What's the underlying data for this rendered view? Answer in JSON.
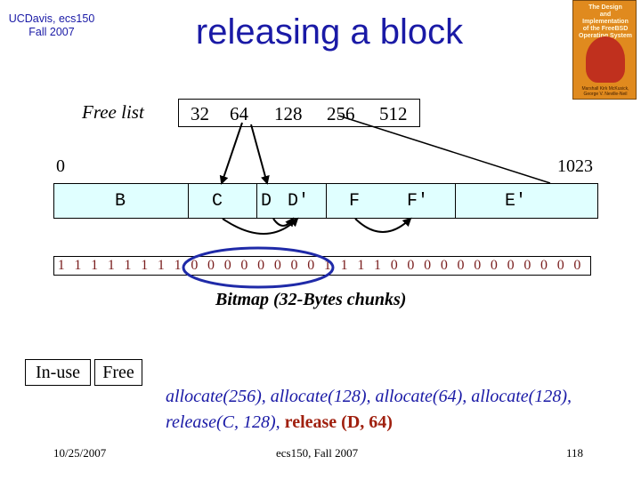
{
  "header": {
    "course_line1": "UCDavis, ecs150",
    "course_line2": "Fall 2007",
    "title": "releasing a block"
  },
  "book_cover": {
    "title_lines": [
      "The Design",
      "and",
      "Implementation",
      "of the FreeBSD",
      "Operating System"
    ],
    "authors": "Marshall Kirk McKusick, George V. Neville-Neil"
  },
  "free_list": {
    "label": "Free list",
    "sizes": [
      "32",
      "64",
      "128",
      "256",
      "512"
    ]
  },
  "memory": {
    "start_label": "0",
    "end_label": "1023",
    "block_labels": [
      "B",
      "C",
      "D",
      "D′",
      "F",
      "F′",
      "E′"
    ]
  },
  "bitmap": {
    "bits": [
      "1",
      "1",
      "1",
      "1",
      "1",
      "1",
      "1",
      "1",
      "0",
      "0",
      "0",
      "0",
      "0",
      "0",
      "0",
      "0",
      "1",
      "1",
      "1",
      "1",
      "0",
      "0",
      "0",
      "0",
      "0",
      "0",
      "0",
      "0",
      "0",
      "0",
      "0",
      "0"
    ],
    "label": "Bitmap (32-Bytes chunks)"
  },
  "legend": {
    "in_use": "In-use",
    "free": "Free"
  },
  "operations": {
    "text": "allocate(256), allocate(128), allocate(64), allocate(128), release(C, 128),",
    "highlight": "release (D, 64)"
  },
  "footer": {
    "date": "10/25/2007",
    "course": "ecs150, Fall 2007",
    "slide_number": "118"
  },
  "colors": {
    "title_blue": "#1a1aa6",
    "memory_fill": "#e0ffff",
    "bitmap_digits": "#7a1e1e",
    "highlight_circle": "#1f2aa8",
    "release_red": "#a0200f"
  }
}
